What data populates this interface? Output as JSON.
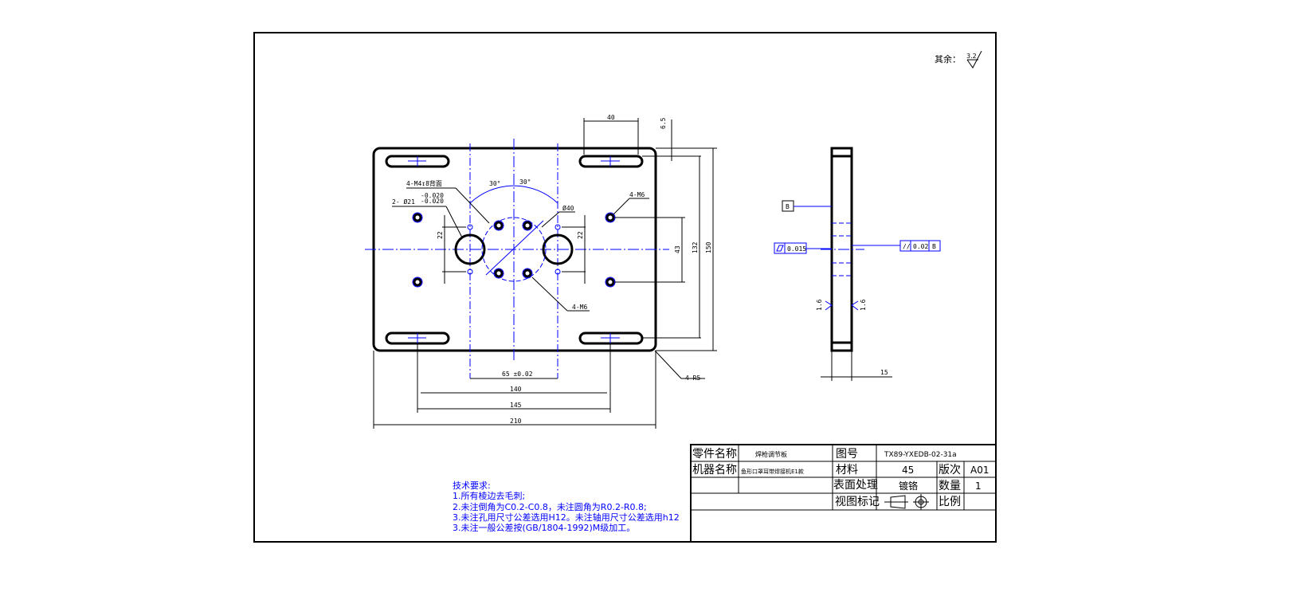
{
  "surface_note": {
    "label": "其余：",
    "roughness": "3.2"
  },
  "dimensions": {
    "top_40": "40",
    "top_6_5": "6.5",
    "right_150": "150",
    "right_132": "132",
    "right_43": "43",
    "left_22": "22",
    "inner_22": "22",
    "angle_30_left": "30°",
    "angle_30_right": "30°",
    "phi_40": "Ø40",
    "bottom_65": "65 ±0.02",
    "bottom_140": "140",
    "bottom_145": "145",
    "bottom_210": "210",
    "side_15": "15"
  },
  "callouts": {
    "holes_m4": "4-M4↧8背面",
    "bore_2_phi21": "2- Ø21",
    "bore_tol_upper": "-0.020",
    "bore_tol_lower": "-0.020",
    "holes_m6_right": "4-M6",
    "holes_m6_center": "4-M6",
    "radius": "4-R5"
  },
  "gdt": {
    "datum_b": "B",
    "flatness_tol": "0.015",
    "parallel_tol": "0.02",
    "parallel_ref": "B",
    "section_mark_left": "1.6",
    "section_mark_right": "1.6"
  },
  "tech_requirements": {
    "title": "技术要求:",
    "items": [
      "1.所有棱边去毛刺;",
      "2.未注倒角为C0.2-C0.8，未注圆角为R0.2-R0.8;",
      "3.未注孔用尺寸公差选用H12。未注轴用尺寸公差选用h12",
      "3.未注一般公差按(GB/1804-1992)M级加工。"
    ]
  },
  "title_block": {
    "part_name_label": "零件名称",
    "part_name_value": "焊枪调节板",
    "drawing_no_label": "图号",
    "drawing_no_value": "TX89-YXEDB-02-31a",
    "machine_name_label": "机器名称",
    "machine_name_value": "鱼形口罩耳带焊接机E1款",
    "material_label": "材料",
    "material_value": "45",
    "version_label": "版次",
    "version_value": "A01",
    "surface_label": "表面处理",
    "surface_value": "镀铬",
    "quantity_label": "数量",
    "quantity_value": "1",
    "view_mark_label": "视图标记",
    "scale_label": "比例"
  }
}
